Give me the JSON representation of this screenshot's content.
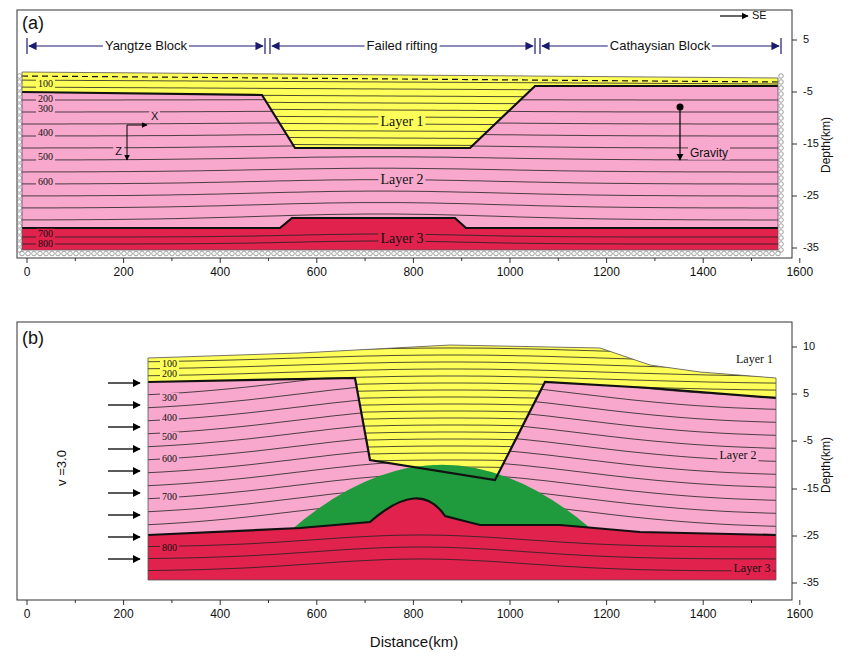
{
  "diagram": {
    "labels": [
      "(a)",
      "Yangtze Block",
      "Failed rifting",
      "Cathaysian Block",
      "SE",
      "100",
      "200",
      "300",
      "400",
      "500",
      "600",
      "700",
      "800",
      "X",
      "Z",
      "Layer 1",
      "Layer 2",
      "Layer 3",
      "Gravity",
      "Depth(km)",
      "5",
      "-5",
      "-15",
      "-25",
      "-35",
      "0",
      "200",
      "400",
      "600",
      "800",
      "1000",
      "1200",
      "1400",
      "1600",
      "(b)",
      "v =3.0",
      "100",
      "200",
      "300",
      "400",
      "500",
      "600",
      "700",
      "800",
      "Layer 1",
      "Layer 2",
      "Layer 3",
      "Depth(km)",
      "10",
      "5",
      "-5",
      "-15",
      "-25",
      "-35",
      "0",
      "200",
      "400",
      "600",
      "800",
      "1000",
      "1200",
      "1400",
      "1600",
      "Distance(km)"
    ]
  }
}
